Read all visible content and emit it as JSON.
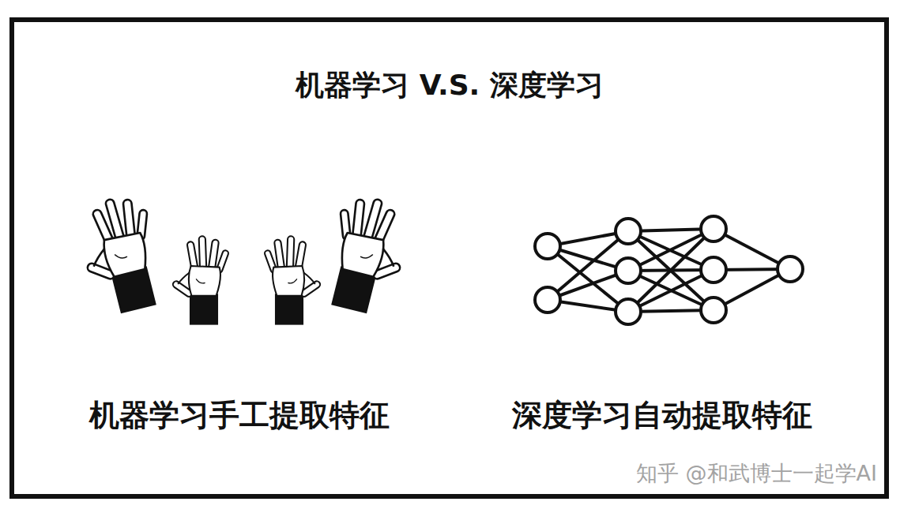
{
  "diagram": {
    "title": "机器学习 V.S. 深度学习",
    "labels": [
      "机器学习手工提取特征",
      "深度学习自动提取特征",
      "知乎 @和武博士一起学AI"
    ]
  }
}
